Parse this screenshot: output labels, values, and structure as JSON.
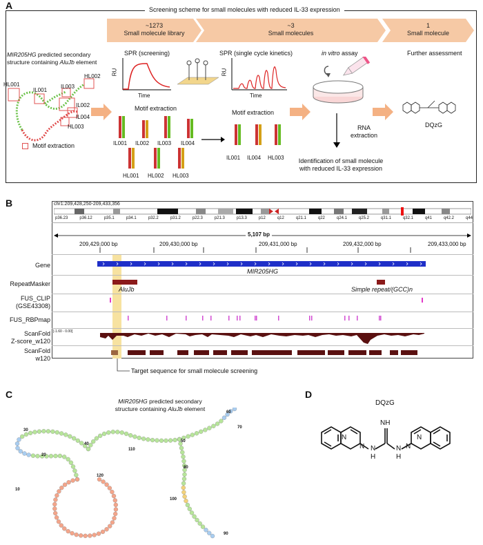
{
  "panels": {
    "a": "A",
    "b": "B",
    "c": "C",
    "d": "D"
  },
  "panelA": {
    "title": "Screening scheme for small molecules with reduced IL-33 expression",
    "stages": [
      {
        "count": "~1273",
        "name": "Small molecule library"
      },
      {
        "count": "~3",
        "name": "Small molecules"
      },
      {
        "count": "1",
        "name": "Small molecule"
      }
    ],
    "structure_caption_italic": "MIR205HG",
    "structure_caption_1": " predicted secondary",
    "structure_caption_2a": "structure containing ",
    "structure_caption_2b": "AluJb",
    "structure_caption_2c": " element",
    "motifs_left": [
      "HL001",
      "IL001",
      "IL003",
      "HL002",
      "IL002",
      "IL004",
      "HL003"
    ],
    "legend": "Motif extraction",
    "spr_screening": "SPR (screening)",
    "spr_kinetics": "SPR (single cycle kinetics)",
    "invitro_italic": "in vitro",
    "invitro_rest": " assay",
    "further": "Further assessment",
    "axis_ru": "RU",
    "axis_time": "Time",
    "motif_extraction": "Motif extraction",
    "motifs_row1": [
      "IL001",
      "IL002",
      "IL003",
      "IL004"
    ],
    "motifs_row2": [
      "HL001",
      "HL002",
      "HL003"
    ],
    "motifs_selected": [
      "IL001",
      "IL004",
      "HL003"
    ],
    "rna_extraction_1": "RNA",
    "rna_extraction_2": "extraction",
    "identification_1": "Identification of small molecule",
    "identification_2": "with reduced IL-33 expression",
    "compound": "DQzG"
  },
  "panelB": {
    "locus": "chr1:209,428,250-209,433,356",
    "bands": [
      "p36.23",
      "p36.12",
      "p35.1",
      "p34.1",
      "p32.2",
      "p31.2",
      "p22.3",
      "p21.3",
      "p13.3",
      "p12",
      "q12",
      "q21.1",
      "q22",
      "q24.1",
      "q25.2",
      "q31.1",
      "q32.1",
      "q41",
      "q42.2",
      "q44"
    ],
    "span": "5,107 bp",
    "ticks": [
      "209,429,000 bp",
      "209,430,000 bp",
      "209,431,000 bp",
      "209,432,000 bp",
      "209,433,000 bp"
    ],
    "tracks": [
      "Gene",
      "RepeatMasker",
      "FUS_CLIP",
      "(GSE43308)",
      "FUS_RBPmap",
      "ScanFold",
      "Z-score_w120",
      "ScanFold",
      "w120"
    ],
    "gene_name": "MIR205HG",
    "alu": "AluJb",
    "simple_repeat": "Simple repeat/(GCC)n",
    "zscore_range": "[-1.60 - 0.00]",
    "target_note": "Target sequence for small molecule screening"
  },
  "panelC": {
    "caption_italic": "MIR205HG",
    "caption_1": " predicted secondary",
    "caption_2a": "structure containing ",
    "caption_2b": "AluJb",
    "caption_2c": " element",
    "positions": [
      "10",
      "20",
      "30",
      "40",
      "50",
      "60",
      "70",
      "80",
      "90",
      "100",
      "110",
      "120"
    ]
  },
  "panelD": {
    "title": "DQzG",
    "atoms": {
      "nh_top": "NH",
      "nh1": "N",
      "h1": "H",
      "nh2": "N",
      "h2": "H",
      "n": "N"
    }
  },
  "colors": {
    "chevron": "#f6c9a5",
    "arrow": "#f4b183",
    "gene": "#1f2fc8",
    "repeat": "#8b1a1a",
    "clip": "#e23ac8",
    "scanfold": "#5a1010",
    "highlight": "#f7e2a0",
    "stem_green": "#b7e59a",
    "loop_red": "#f4a58a",
    "tip_blue": "#a9cdf0",
    "motif_box": "#e05050"
  }
}
